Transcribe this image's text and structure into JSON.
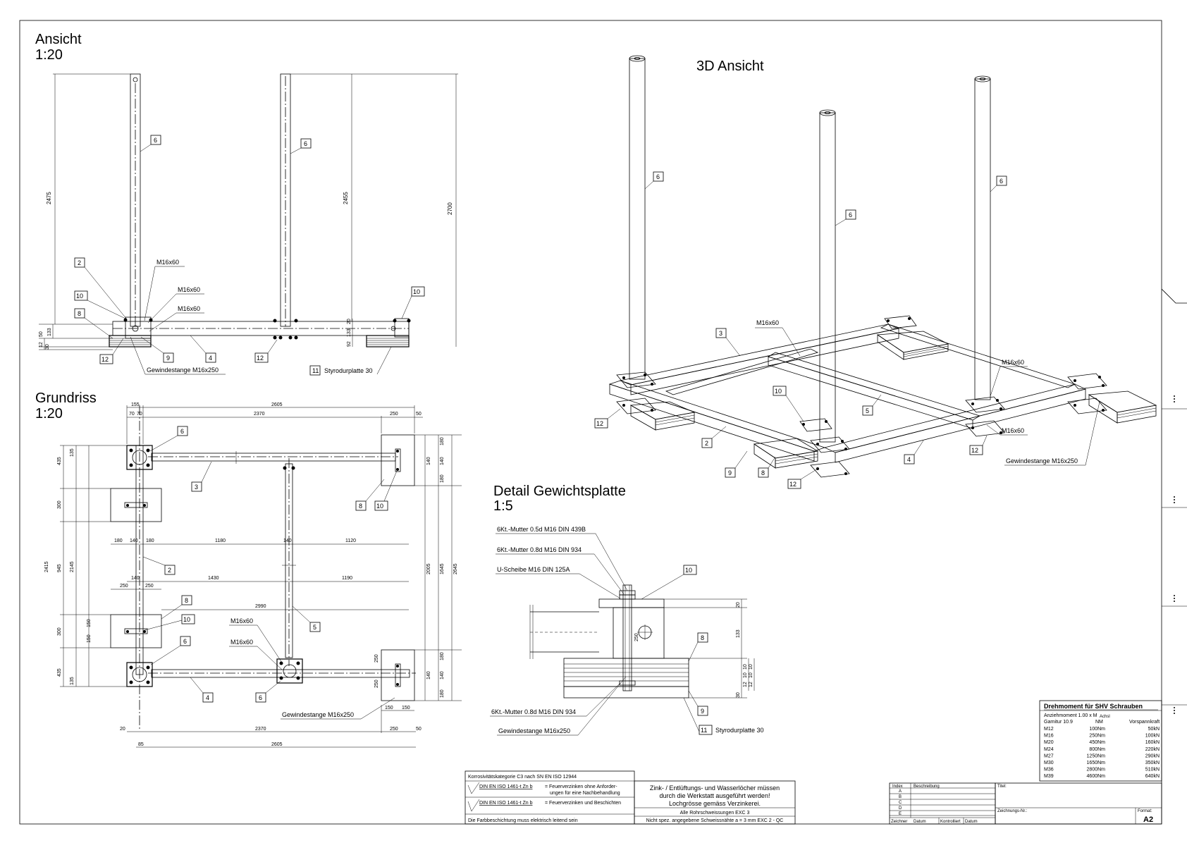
{
  "views": {
    "ansicht": {
      "title": "Ansicht",
      "scale": "1:20"
    },
    "grundriss": {
      "title": "Grundriss",
      "scale": "1:20"
    },
    "ansicht3d": {
      "title": "3D Ansicht"
    },
    "detail": {
      "title": "Detail Gewichtsplatte",
      "scale": "1:5"
    }
  },
  "ansicht_dims": {
    "h2475": "2475",
    "h2455": "2455",
    "h2700": "2700",
    "d133a": "133",
    "d50": "50",
    "d12": "12",
    "d30": "30",
    "d20": "20",
    "d133b": "133",
    "d92": "92"
  },
  "ansicht_labels": {
    "m16x60_1": "M16x60",
    "m16x60_2": "M16x60",
    "m16x60_3": "M16x60",
    "gewindestange": "Gewindestange M16x250",
    "styrodur": "Styrodurplatte 30"
  },
  "ansicht_parts": [
    "6",
    "6",
    "2",
    "10",
    "8",
    "12",
    "9",
    "4",
    "12",
    "10",
    "11"
  ],
  "grundriss_dims": {
    "top155": "155",
    "top2605": "2605",
    "top70a": "70",
    "top70b": "70",
    "top2370": "2370",
    "top250": "250",
    "top50": "50",
    "l435a": "435",
    "l135a": "135",
    "l300a": "300",
    "l2415": "2415",
    "l945": "945",
    "l2145": "2145",
    "l300b": "300",
    "l150a": "150",
    "l150b": "150",
    "l435b": "435",
    "l135b": "135",
    "m180a": "180",
    "m140a": "140",
    "m180b": "180",
    "m1180": "1180",
    "m140b": "140",
    "m1120": "1120",
    "m140c": "140",
    "m1430": "1430",
    "m1190": "1190",
    "m250a": "250",
    "m250b": "250",
    "m2990": "2990",
    "r180a": "180",
    "r140a": "140",
    "r140b": "140",
    "r180b": "180",
    "r2005": "2005",
    "r1645": "1645",
    "r2645": "2645",
    "r180c": "180",
    "r140c": "140",
    "r140d": "140",
    "r180d": "180",
    "r250a": "250",
    "r250b": "250",
    "b150a": "150",
    "b150b": "150",
    "b20": "20",
    "b85": "85",
    "b2370": "2370",
    "b250": "250",
    "b50": "50",
    "b2605": "2605"
  },
  "grundriss_labels": {
    "m16x60_1": "M16x60",
    "m16x60_2": "M16x60",
    "gewindestange": "Gewindestange M16x250"
  },
  "grundriss_parts": [
    "6",
    "3",
    "8",
    "10",
    "2",
    "8",
    "10",
    "6",
    "5",
    "4",
    "6"
  ],
  "iso_labels": {
    "m16x60_1": "M16x60",
    "m16x60_2": "M16x60",
    "m16x60_3": "M16x60",
    "gewindestange": "Gewindestange M16x250"
  },
  "iso_parts": [
    "6",
    "6",
    "6",
    "6",
    "3",
    "10",
    "5",
    "12",
    "2",
    "9",
    "8",
    "12",
    "4",
    "12"
  ],
  "detail_labels": {
    "mutter05": "6Kt.-Mutter 0.5d M16 DIN 439B",
    "mutter08a": "6Kt.-Mutter 0.8d M16 DIN 934",
    "scheibe": "U-Scheibe M16 DIN 125A",
    "mutter08b": "6Kt.-Mutter 0.8d M16 DIN 934",
    "gewindestange": "Gewindestange M16x250",
    "styrodur": "Styrodurplatte 30"
  },
  "detail_dims": {
    "d20": "20",
    "d133": "133",
    "d250": "250",
    "d10a": "10",
    "d10b": "10",
    "d10c": "10",
    "d10d": "10",
    "d12": "12",
    "d12b": "12",
    "d30": "30"
  },
  "detail_parts": [
    "10",
    "8",
    "9",
    "11"
  ],
  "torque_table": {
    "title": "Drehmoment für SHV Schrauben",
    "subtitle": "Anziehmoment 1.00 x M",
    "subtitle_sub": "Achsl",
    "col_garnitur": "Garnitur 10.9",
    "col_nm": "NM",
    "col_kraft": "Vorspannkraft",
    "rows": [
      {
        "size": "M12",
        "nm": "100Nm",
        "kn": "50kN"
      },
      {
        "size": "M16",
        "nm": "250Nm",
        "kn": "100kN"
      },
      {
        "size": "M20",
        "nm": "450Nm",
        "kn": "160kN"
      },
      {
        "size": "M24",
        "nm": "800Nm",
        "kn": "220kN"
      },
      {
        "size": "M27",
        "nm": "1250Nm",
        "kn": "290kN"
      },
      {
        "size": "M30",
        "nm": "1650Nm",
        "kn": "350kN"
      },
      {
        "size": "M36",
        "nm": "2800Nm",
        "kn": "510kN"
      },
      {
        "size": "M39",
        "nm": "4600Nm",
        "kn": "640kN"
      }
    ]
  },
  "notes": {
    "korrosion": "Korrosivitätskategorie C3 nach SN EN ISO 12944",
    "norm1": "DIN EN ISO 1461-t Zn b",
    "norm1_text_a": "= Feuerverzinken ohne Anforder-",
    "norm1_text_b": "ungen für eine Nachbehandlung",
    "norm2": "DIN EN ISO 1461-t Zn b",
    "norm2_text": "= Feuerverzinken und Beschichten",
    "farbe": "Die Farbbeschichtung muss elektrisch leitend sein",
    "zink_1": "Zink- / Entlüftungs- und Wasserlöcher müssen",
    "zink_2": "durch die Werkstatt ausgeführt werden!",
    "zink_3": "Lochgrösse gemäss Verzinkerei.",
    "weld_1": "Alle Rohrschweissungen EXC 3",
    "weld_2": "Nicht spez. angegebene Schweissnähte a = 3 mm EXC 2 - QC"
  },
  "revision": {
    "index": "Index",
    "beschreibung": "Beschreibung",
    "letters": [
      "A",
      "B",
      "C",
      "D",
      "E"
    ],
    "zeichner": "Zeichner",
    "datum": "Datum",
    "kontrolliert": "Kontrolliert",
    "datum2": "Datum"
  },
  "titleblock": {
    "titel": "Titel:",
    "zeichnungsnr": "Zeichnungs-Nr.:",
    "format_label": "Format:",
    "format": "A2"
  },
  "icons": {
    "check": "checkmark-icon",
    "ellipsis": "vertical-ellipsis-icon"
  }
}
